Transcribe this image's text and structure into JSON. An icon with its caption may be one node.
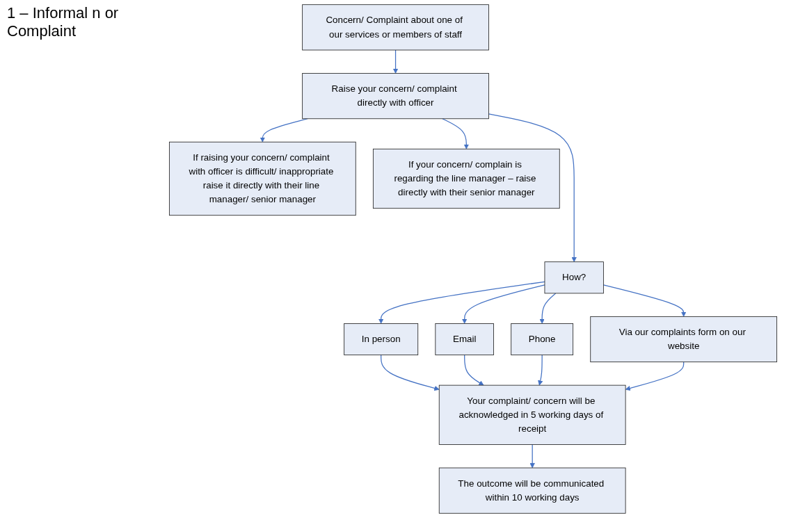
{
  "diagram": {
    "title": "1 – Informal n or Complaint",
    "nodes": [
      {
        "text": [
          "Concern/ Complaint about one of our services or members of staff"
        ]
      },
      {
        "text": [
          "If raising your concern/ complaint with officer is difficult/ inappropriate raise it directly with their line manager/ senior manager"
        ]
      },
      {
        "text": [
          "Raise your concern/ complaint directly with officer"
        ]
      },
      {
        "text": [
          "If your concern/ complain is regarding the line manager – raise directly with their senior manager"
        ]
      },
      {
        "text": [
          "How?"
        ]
      },
      {
        "text": [
          "In person"
        ]
      },
      {
        "text": [
          "Email"
        ]
      },
      {
        "text": [
          "Phone"
        ]
      },
      {
        "text": [
          "Via our complaints form on our website"
        ]
      },
      {
        "text": [
          "Your complaint/ concern will be acknowledged in 5 working days of receipt"
        ]
      },
      {
        "text": [
          "The outcome will be communicated within 10 working days"
        ]
      }
    ],
    "edges": [
      {
        "from": 0,
        "to": 2,
        "arrow": "to"
      },
      {
        "from": 2,
        "to": 1,
        "arrow": "to"
      },
      {
        "from": 2,
        "to": 3,
        "arrow": "to"
      },
      {
        "from": 2,
        "to": 4,
        "arrow": "to"
      },
      {
        "from": 4,
        "to": 5,
        "arrow": "to"
      },
      {
        "from": 4,
        "to": 6,
        "arrow": "to"
      },
      {
        "from": 4,
        "to": 7,
        "arrow": "to"
      },
      {
        "from": 4,
        "to": 8,
        "arrow": "to"
      },
      {
        "from": 5,
        "to": 9,
        "arrow": "to"
      },
      {
        "from": 6,
        "to": 9,
        "arrow": "to"
      },
      {
        "from": 7,
        "to": 9,
        "arrow": "to"
      },
      {
        "from": 8,
        "to": 9,
        "arrow": "to"
      },
      {
        "from": 9,
        "to": 10,
        "arrow": "to"
      }
    ]
  }
}
